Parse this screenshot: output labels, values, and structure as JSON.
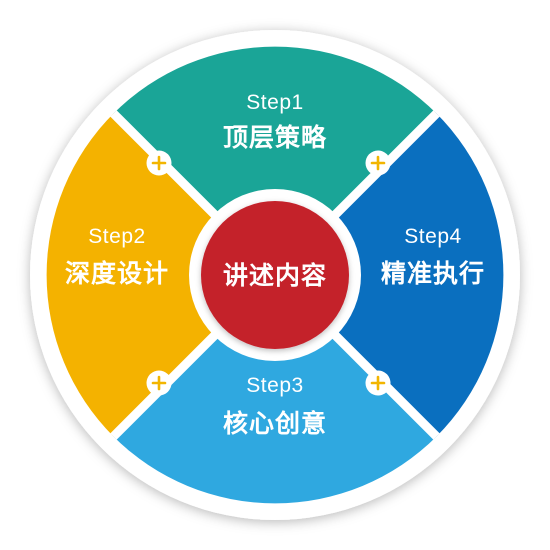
{
  "colors": {
    "top": "#1aa597",
    "left": "#f4b200",
    "right": "#0a6fbf",
    "bottom": "#2fa8e0",
    "center": "#c4202c",
    "outer_ring": "#ffffff",
    "plus_accent": "#f2b500"
  },
  "center": {
    "label": "讲述内容"
  },
  "segments": {
    "top": {
      "step": "Step1",
      "title": "顶层策略"
    },
    "left": {
      "step": "Step2",
      "title": "深度设计"
    },
    "bottom": {
      "step": "Step3",
      "title": "核心创意"
    },
    "right": {
      "step": "Step4",
      "title": "精准执行"
    }
  },
  "connectors": [
    "plus-icon",
    "plus-icon",
    "plus-icon",
    "plus-icon"
  ]
}
